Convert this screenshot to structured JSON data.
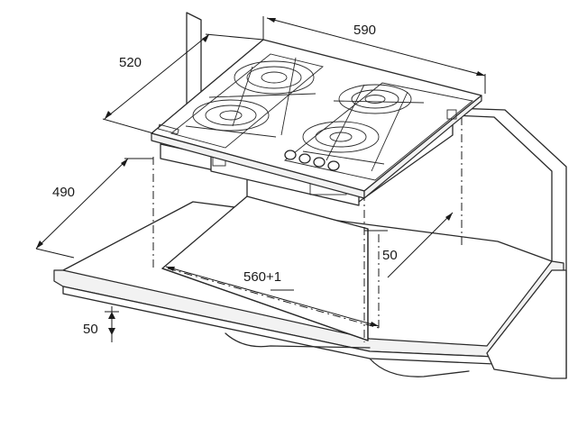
{
  "dimensions": {
    "hob_width": "590",
    "hob_depth": "520",
    "cutout_depth": "490",
    "cutout_width_value": "560",
    "cutout_width_tolerance": "+1",
    "rear_clearance": "50",
    "front_clearance": "50"
  },
  "icons": {
    "hob": "gas-hob-icon",
    "burner": "burner-icon",
    "knob": "control-knob-icon"
  }
}
